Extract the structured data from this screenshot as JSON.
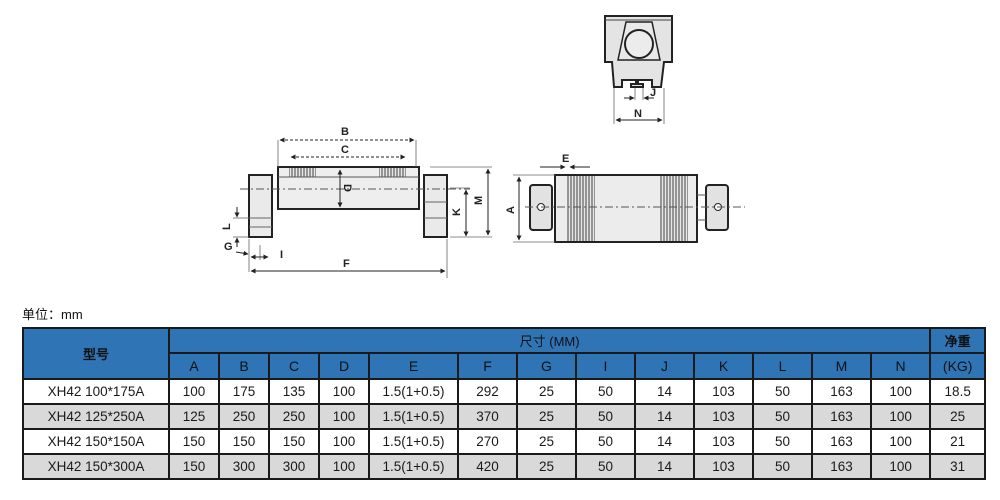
{
  "drawing": {
    "side_view_labels": [
      "B",
      "C",
      "D",
      "K",
      "M",
      "L",
      "G",
      "I",
      "F"
    ],
    "end_view_labels": [
      "J",
      "N"
    ],
    "top_view_labels": [
      "E",
      "A"
    ]
  },
  "unit_label": "单位：mm",
  "table": {
    "model_header": "型号",
    "dimensions_header": "尺寸 (MM)",
    "weight_header_line1": "净重",
    "weight_header_line2": "(KG)",
    "columns": [
      "A",
      "B",
      "C",
      "D",
      "E",
      "F",
      "G",
      "I",
      "J",
      "K",
      "L",
      "M",
      "N"
    ],
    "rows": [
      {
        "model": "XH42 100*175A",
        "values": [
          "100",
          "175",
          "135",
          "100",
          "1.5(1+0.5)",
          "292",
          "25",
          "50",
          "14",
          "103",
          "50",
          "163",
          "100"
        ],
        "weight": "18.5"
      },
      {
        "model": "XH42 125*250A",
        "values": [
          "125",
          "250",
          "250",
          "100",
          "1.5(1+0.5)",
          "370",
          "25",
          "50",
          "14",
          "103",
          "50",
          "163",
          "100"
        ],
        "weight": "25"
      },
      {
        "model": "XH42 150*150A",
        "values": [
          "150",
          "150",
          "150",
          "100",
          "1.5(1+0.5)",
          "270",
          "25",
          "50",
          "14",
          "103",
          "50",
          "163",
          "100"
        ],
        "weight": "21"
      },
      {
        "model": "XH42 150*300A",
        "values": [
          "150",
          "300",
          "300",
          "100",
          "1.5(1+0.5)",
          "420",
          "25",
          "50",
          "14",
          "103",
          "50",
          "163",
          "100"
        ],
        "weight": "31"
      }
    ]
  },
  "colors": {
    "header_blue": "#2f74b5",
    "alt_row_gray": "#d9d9d9",
    "border": "#1a1a1a"
  }
}
